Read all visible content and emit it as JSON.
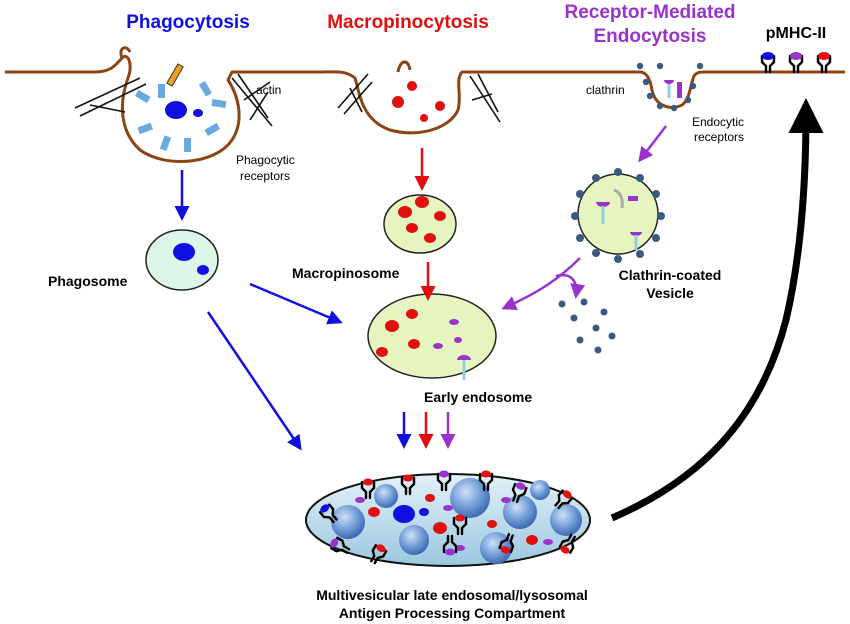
{
  "titles": {
    "phagocytosis": "Phagocytosis",
    "macropinocytosis": "Macropinocytosis",
    "rme_line1": "Receptor-Mediated",
    "rme_line2": "Endocytosis",
    "pmhc": "pMHC-II"
  },
  "labels": {
    "actin": "actin",
    "phagocytic_line1": "Phagocytic",
    "phagocytic_line2": "receptors",
    "clathrin": "clathrin",
    "endocytic_line1": "Endocytic",
    "endocytic_line2": "receptors",
    "phagosome": "Phagosome",
    "macropinosome": "Macropinosome",
    "ccv_line1": "Clathrin-coated",
    "ccv_line2": "Vesicle",
    "early_endosome": "Early endosome",
    "late_line1": "Multivesicular late endosomal/lysosomal",
    "late_line2": "Antigen Processing Compartment"
  },
  "colors": {
    "phagocytosis": "#1010e0",
    "macropinocytosis": "#e01010",
    "receptor_mediated": "#9933cc",
    "membrane": "#8b4513",
    "vesicle_green": "#e6f5c0",
    "phagosome_fill": "#ddf5e6",
    "late_endosome_fill": "#b8d8ea",
    "clathrin_dot": "#3a5a80",
    "receptor_cyan": "#8ecfe0"
  }
}
